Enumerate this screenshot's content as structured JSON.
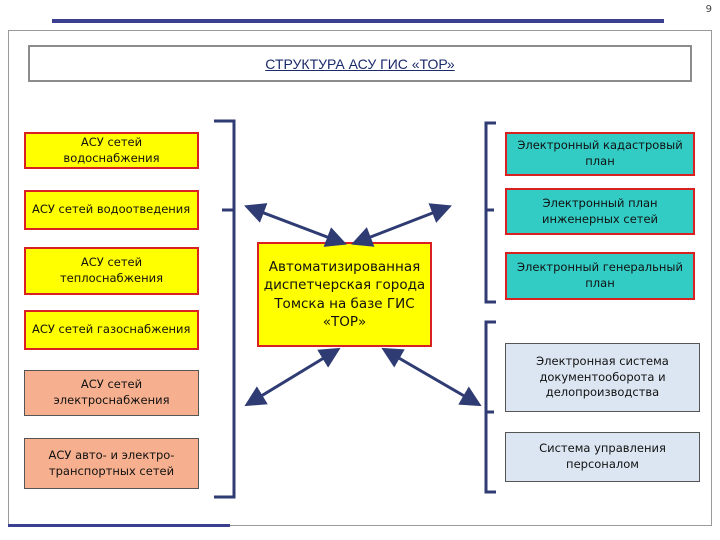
{
  "page_number": "9",
  "title": "СТРУКТУРА АСУ ГИС «ТОР»",
  "left_boxes": [
    {
      "label": "АСУ сетей водоснабжения"
    },
    {
      "label": "АСУ сетей водоотведения"
    },
    {
      "label": "АСУ сетей теплоснабжения"
    },
    {
      "label": "АСУ сетей газоснабжения"
    },
    {
      "label": "АСУ сетей электроснабжения"
    },
    {
      "label": "АСУ авто- и электро-транспортных сетей"
    }
  ],
  "center": {
    "label": "Автоматизированная диспетчерская города Томска на базе ГИС «ТОР»"
  },
  "right_boxes": [
    {
      "label": "Электронный кадастровый план"
    },
    {
      "label": "Электронный план инженерных сетей"
    },
    {
      "label": "Электронный генеральный план"
    },
    {
      "label": "Электронная система документооборота и делопроизводства"
    },
    {
      "label": "Система управления персоналом"
    }
  ],
  "colors": {
    "border_red": "#d92121",
    "yellow": "#ffff00",
    "salmon": "#f6b08f",
    "teal": "#33ccc4",
    "light_blue": "#dce6f2",
    "navy": "#1b2a6b",
    "bar": "#3b3f8f"
  }
}
